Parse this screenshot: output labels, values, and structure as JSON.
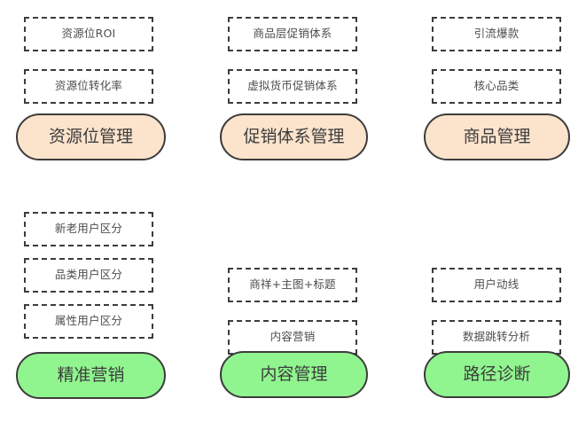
{
  "diagram": {
    "type": "grouped-capability-map",
    "colors": {
      "pill_orange_fill": "#fbe3cc",
      "pill_green_fill": "#90f58f",
      "border": "#3c3c3c",
      "node_text": "#4d4d4d",
      "pill_text": "#3d3d3d",
      "background": "#ffffff"
    },
    "groups": [
      {
        "id": "resource-slot-management",
        "row": 1,
        "column": 1,
        "pill_label": "资源位管理",
        "pill_color": "orange",
        "items": [
          {
            "label": "资源位ROI"
          },
          {
            "label": "资源位转化率"
          }
        ]
      },
      {
        "id": "promotion-system-management",
        "row": 1,
        "column": 2,
        "pill_label": "促销体系管理",
        "pill_color": "orange",
        "items": [
          {
            "label": "商品层促销体系"
          },
          {
            "label": "虚拟货币促销体系"
          }
        ]
      },
      {
        "id": "product-management",
        "row": 1,
        "column": 3,
        "pill_label": "商品管理",
        "pill_color": "orange",
        "items": [
          {
            "label": "引流爆款"
          },
          {
            "label": "核心品类"
          }
        ]
      },
      {
        "id": "precision-marketing",
        "row": 2,
        "column": 1,
        "pill_label": "精准营销",
        "pill_color": "green",
        "items": [
          {
            "label": "新老用户区分"
          },
          {
            "label": "品类用户区分"
          },
          {
            "label": "属性用户区分"
          }
        ]
      },
      {
        "id": "content-management",
        "row": 2,
        "column": 2,
        "pill_label": "内容管理",
        "pill_color": "green",
        "items": [
          {
            "label": "商祥+主图+标题"
          },
          {
            "label": "内容营销"
          }
        ]
      },
      {
        "id": "path-diagnosis",
        "row": 2,
        "column": 3,
        "pill_label": "路径诊断",
        "pill_color": "green",
        "items": [
          {
            "label": "用户动线"
          },
          {
            "label": "数据跳转分析"
          }
        ]
      }
    ]
  }
}
